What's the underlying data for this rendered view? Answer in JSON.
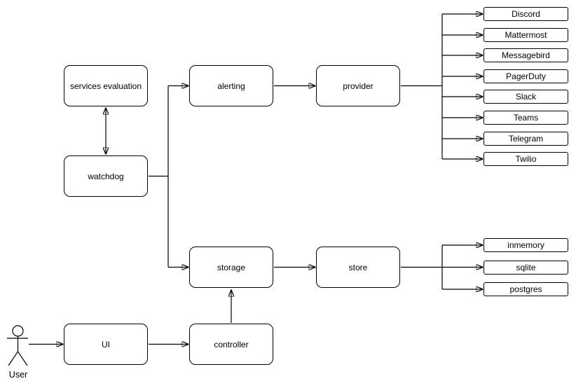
{
  "nodes": {
    "services_evaluation": "services evaluation",
    "watchdog": "watchdog",
    "alerting": "alerting",
    "provider": "provider",
    "storage": "storage",
    "store": "store",
    "ui": "UI",
    "controller": "controller"
  },
  "providers": [
    "Discord",
    "Mattermost",
    "Messagebird",
    "PagerDuty",
    "Slack",
    "Teams",
    "Telegram",
    "Twilio"
  ],
  "stores": [
    "inmemory",
    "sqlite",
    "postgres"
  ],
  "actor": {
    "label": "User"
  },
  "edges": [
    {
      "from": "services evaluation",
      "to": "watchdog",
      "direction": "both"
    },
    {
      "from": "watchdog",
      "to": "alerting",
      "direction": "forward"
    },
    {
      "from": "watchdog",
      "to": "storage",
      "direction": "forward"
    },
    {
      "from": "alerting",
      "to": "provider",
      "direction": "forward"
    },
    {
      "from": "provider",
      "to": "Discord",
      "direction": "forward"
    },
    {
      "from": "provider",
      "to": "Mattermost",
      "direction": "forward"
    },
    {
      "from": "provider",
      "to": "Messagebird",
      "direction": "forward"
    },
    {
      "from": "provider",
      "to": "PagerDuty",
      "direction": "forward"
    },
    {
      "from": "provider",
      "to": "Slack",
      "direction": "forward"
    },
    {
      "from": "provider",
      "to": "Teams",
      "direction": "forward"
    },
    {
      "from": "provider",
      "to": "Telegram",
      "direction": "forward"
    },
    {
      "from": "provider",
      "to": "Twilio",
      "direction": "forward"
    },
    {
      "from": "storage",
      "to": "store",
      "direction": "forward"
    },
    {
      "from": "store",
      "to": "inmemory",
      "direction": "forward"
    },
    {
      "from": "store",
      "to": "sqlite",
      "direction": "forward"
    },
    {
      "from": "store",
      "to": "postgres",
      "direction": "forward"
    },
    {
      "from": "controller",
      "to": "storage",
      "direction": "forward"
    },
    {
      "from": "UI",
      "to": "controller",
      "direction": "forward"
    },
    {
      "from": "User",
      "to": "UI",
      "direction": "forward"
    }
  ],
  "colors": {
    "background": "#ffffff",
    "node_fill": "#ffffff",
    "node_border": "#000000",
    "line": "#000000",
    "text": "#000000"
  }
}
